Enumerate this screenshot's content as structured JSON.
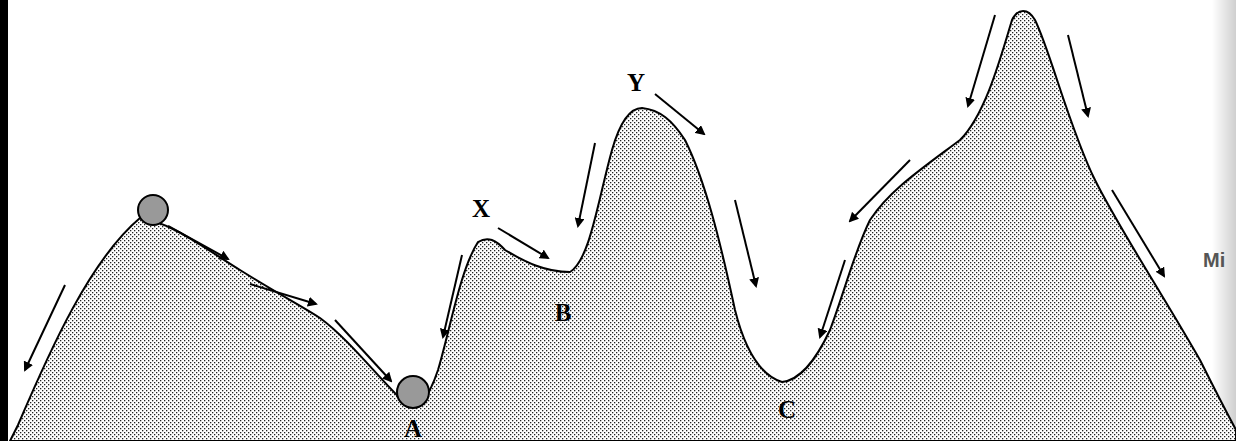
{
  "diagram": {
    "labels": [
      "X",
      "Y",
      "B",
      "A",
      "C",
      "Mi"
    ]
  }
}
